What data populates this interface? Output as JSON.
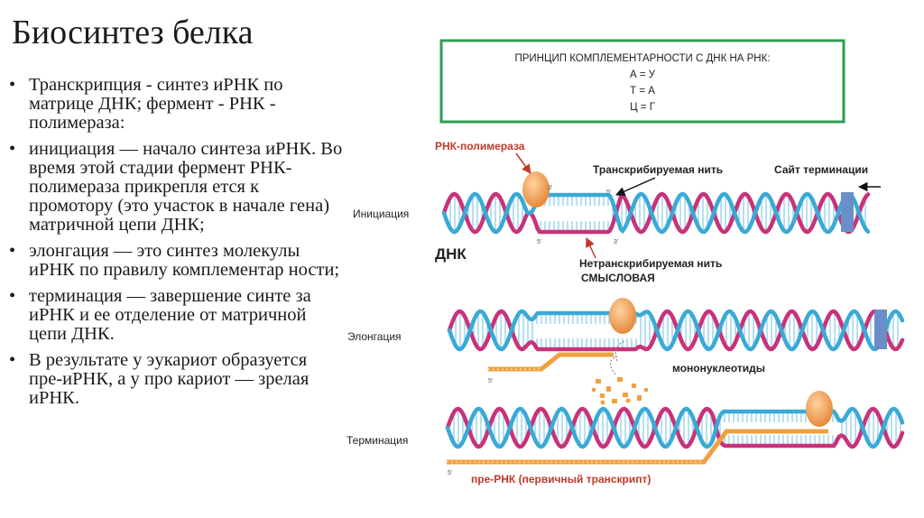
{
  "title": "Биосинтез белка",
  "bullets": [
    "Транскрипция - синтез иРНК по матрице ДНК; фермент - РНК - полимераза:",
    "инициация — начало синтеза иРНК. Во время этой стадии фермент РНК-полимераза прикрепля ется к промотору (это участок в начале гена) матричной цепи ДНК;",
    "элонгация — это синтез молекулы иРНК по правилу комплементар ности;",
    "терминация — завершение синте за иРНК и ее отделение от матричной цепи ДНК.",
    "В результате у эукариот образуется пре-иРНК, а у про кариот — зрелая иРНК."
  ],
  "principle": {
    "title": "ПРИНЦИП КОМПЛЕМЕНТАРНОСТИ С ДНК НА РНК:",
    "lines": [
      "А = У",
      "Т = А",
      "Ц = Г"
    ]
  },
  "labels": {
    "polymerase": "РНК-полимераза",
    "transcribed": "Транскрибируемая нить",
    "termination_site": "Сайт терминации",
    "dna": "ДНК",
    "nontranscribed_1": "Нетранскрибируемая нить",
    "nontranscribed_2": "СМЫСЛОВАЯ",
    "mononucleotides": "мононуклеотиды",
    "pre_rna": "пре-РНК (первичный транскрипт)",
    "prime_3": "3'",
    "prime_5": "5'"
  },
  "stages": [
    "Инициация",
    "Элонгация",
    "Терминация"
  ],
  "colors": {
    "strand_blue": "#3aa9d6",
    "strand_pink": "#c8327a",
    "rung": "#8fd0ea",
    "polymerase": "#f0a35a",
    "rna": "#f0a040",
    "site": "#6a8fc8",
    "label_red": "#c0392b",
    "box_border": "#2e9e4f"
  }
}
